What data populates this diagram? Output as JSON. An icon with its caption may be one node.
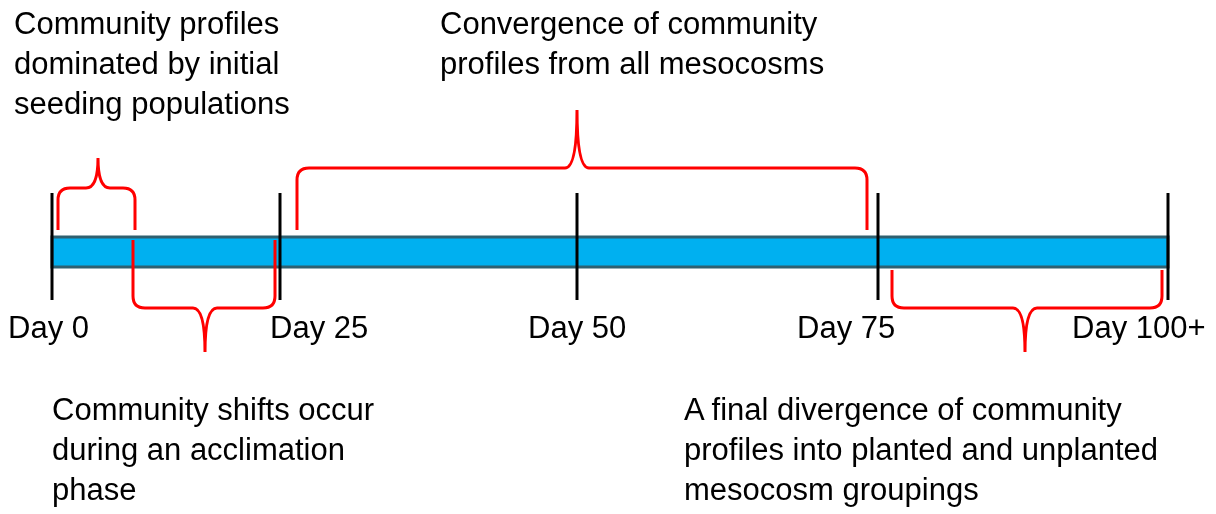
{
  "diagram": {
    "labels": [
      "Community profiles dominated by initial seeding populations",
      "Convergence of community profiles from all mesocosms",
      "Day 0",
      "Day 25",
      "Day 50",
      "Day 75",
      "Day 100+",
      "Community shifts occur during an acclimation phase",
      "A final divergence of community profiles into planted and unplanted mesocosm groupings"
    ]
  }
}
